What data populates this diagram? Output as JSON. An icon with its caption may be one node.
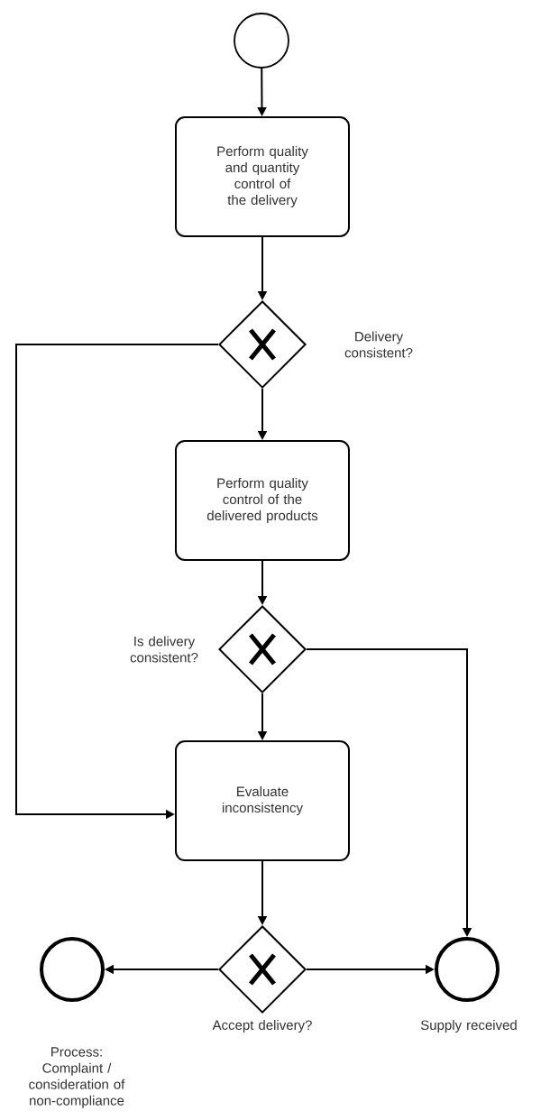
{
  "diagram": {
    "nodes": [
      {
        "text": [],
        "shape": "circle"
      },
      {
        "text": [
          "Perform quality and quantity control of the delivery"
        ]
      },
      {
        "text": [],
        "shape": "diamond",
        "beside": [
          "Delivery consistent?"
        ]
      },
      {
        "text": [
          "Perform quality control of the delivered products"
        ]
      },
      {
        "text": [],
        "shape": "diamond",
        "beside": [
          "Is delivery consistent?"
        ]
      },
      {
        "text": [
          "Evaluate inconsistency"
        ]
      },
      {
        "text": [],
        "shape": "diamond",
        "beside": [
          "Accept delivery?"
        ]
      },
      {
        "text": [],
        "shape": "circle",
        "beside": [
          "Process: Complaint / consideration of non-compliance"
        ]
      },
      {
        "text": [],
        "shape": "circle",
        "beside": [
          "Supply received"
        ]
      }
    ],
    "edges": [
      {
        "from": 0,
        "to": 1,
        "arrow": "to"
      },
      {
        "from": 1,
        "to": 2,
        "arrow": "to"
      },
      {
        "from": 2,
        "to": 3,
        "arrow": "to"
      },
      {
        "from": 2,
        "to": 5,
        "arrow": "to"
      },
      {
        "from": 3,
        "to": 4,
        "arrow": "to"
      },
      {
        "from": 4,
        "to": 5,
        "arrow": "to"
      },
      {
        "from": 4,
        "to": 8,
        "arrow": "to"
      },
      {
        "from": 5,
        "to": 6,
        "arrow": "to"
      },
      {
        "from": 6,
        "to": 7,
        "arrow": "to"
      },
      {
        "from": 6,
        "to": 8,
        "arrow": "to"
      }
    ]
  }
}
